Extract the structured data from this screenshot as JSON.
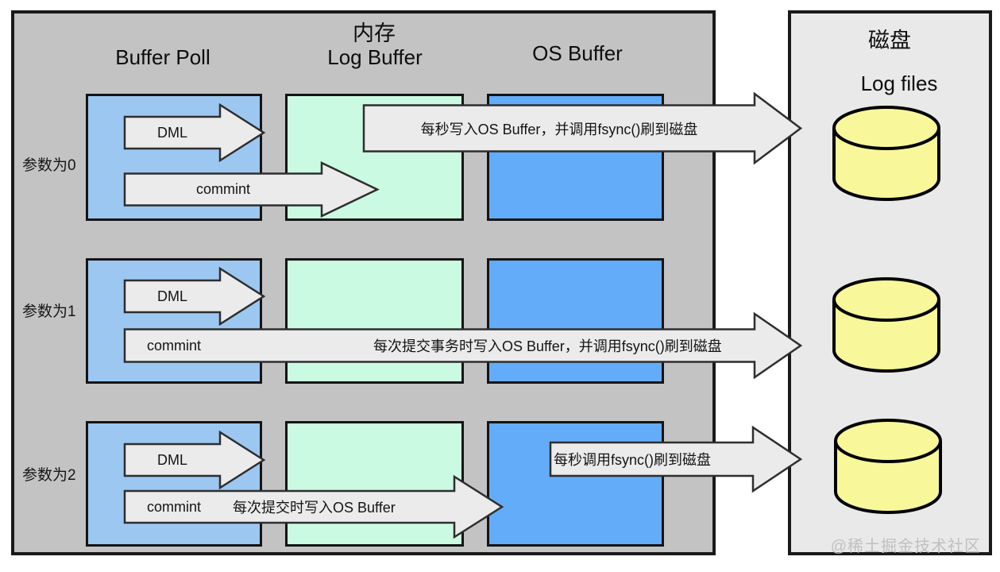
{
  "memory_panel": {
    "title": "内存",
    "columns": [
      {
        "label": "Buffer Poll"
      },
      {
        "label": "Log Buffer"
      },
      {
        "label": "OS Buffer"
      }
    ],
    "rows": [
      {
        "label": "参数为0"
      },
      {
        "label": "参数为1"
      },
      {
        "label": "参数为2"
      }
    ]
  },
  "disk_panel": {
    "title": "磁盘",
    "subtitle": "Log files",
    "cylinder_color": "#f8f89b",
    "cylinder_count": 3
  },
  "arrows": {
    "row0_dml": "DML",
    "row0_commit": "commint",
    "row0_flush": "每秒写入OS Buffer，并调用fsync()刷到磁盘",
    "row1_dml": "DML",
    "row1_commit": "commint",
    "row1_flush": "每次提交事务时写入OS Buffer，并调用fsync()刷到磁盘",
    "row2_dml": "DML",
    "row2_commit": "commint",
    "row2_commit_note": "每次提交时写入OS Buffer",
    "row2_flush": "每秒调用fsync()刷到磁盘"
  },
  "watermark": "@稀土掘金技术社区",
  "colors": {
    "memory_bg": "#c3c3c3",
    "disk_bg": "#e9e9e9",
    "buffer_pool": "#9cc7f1",
    "log_buffer": "#cbfae2",
    "os_buffer": "#63acf9",
    "arrow_fill": "#ebebeb",
    "cylinder": "#f8f89b"
  }
}
